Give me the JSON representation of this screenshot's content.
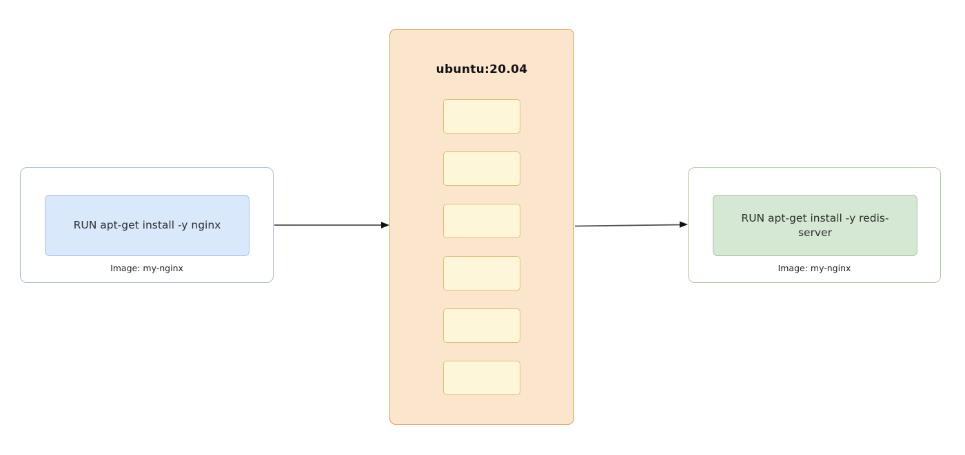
{
  "canvas": {
    "background": "#ffffff"
  },
  "left_node": {
    "command": "RUN apt-get install -y nginx",
    "caption": "Image: my-nginx",
    "fill": "#dae8fc",
    "border": "#a6c1e6",
    "outer_border": "#a6bccd"
  },
  "base_image": {
    "title": "ubuntu:20.04",
    "layer_count": 6,
    "fill": "#fce5cd",
    "border": "#dd9e4f",
    "layer_fill": "#fdf6d8",
    "layer_border": "#dcc07a"
  },
  "right_node": {
    "command": "RUN apt-get install -y redis-server",
    "caption": "Image: my-nginx",
    "fill": "#d5e8d4",
    "border": "#a2c69a",
    "outer_border": "#aecba6"
  },
  "arrows": {
    "color": "#4d4d4d",
    "head_color": "#111111"
  }
}
